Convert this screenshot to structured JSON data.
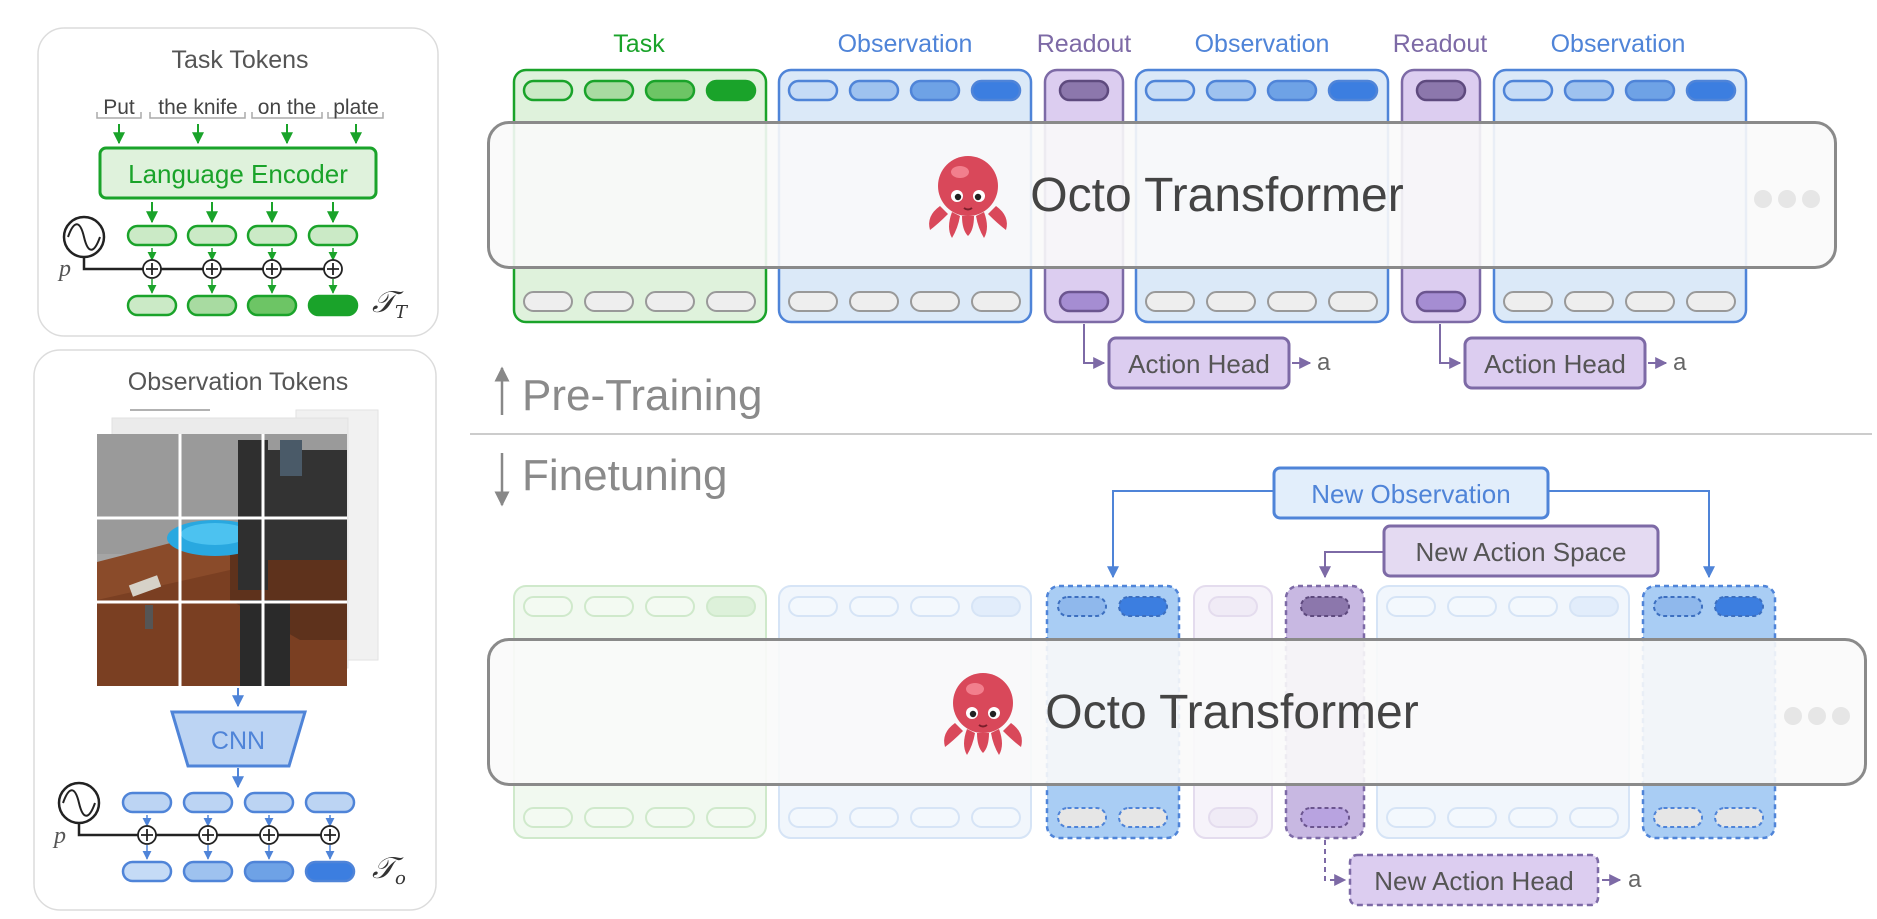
{
  "task_panel": {
    "title": "Task Tokens",
    "words": [
      "Put",
      "the knife",
      "on the",
      "plate"
    ],
    "encoder_label": "Language Encoder",
    "pos_symbol": "p",
    "output_symbol": "𝒯",
    "output_subscript": "T"
  },
  "obs_panel": {
    "title": "Observation Tokens",
    "cnn_label": "CNN",
    "pos_symbol": "p",
    "output_symbol": "𝒯",
    "output_subscript": "o"
  },
  "pretrain": {
    "headers": [
      "Task",
      "Observation",
      "Readout",
      "Observation",
      "Readout",
      "Observation"
    ],
    "transformer_label": "Octo Transformer",
    "action_head_label": "Action Head",
    "action_output": "a"
  },
  "phase_labels": {
    "pretraining": "Pre-Training",
    "finetuning": "Finetuning"
  },
  "finetune": {
    "transformer_label": "Octo Transformer",
    "new_observation": "New Observation",
    "new_action_space": "New Action Space",
    "new_action_head": "New Action Head",
    "action_output": "a"
  },
  "colors": {
    "green": "#1aa32a",
    "green_fill": "#dff2dc",
    "blue": "#4f84d8",
    "blue_fill": "#dbe9f8",
    "purple": "#7d6aa6",
    "purple_fill": "#dccdf0",
    "gray": "#8a8a8a"
  },
  "icons": [
    "octopus-icon",
    "sine-wave-icon",
    "plus-circle-icon",
    "arrow-icon"
  ]
}
